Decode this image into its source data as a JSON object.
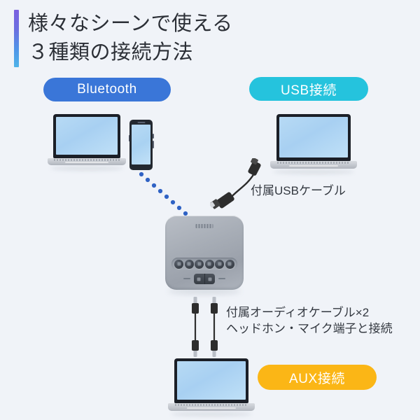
{
  "page": {
    "background_color": "#f0f3f8",
    "accent_gradient_from": "#7b5fe0",
    "accent_gradient_to": "#4fb3e8"
  },
  "title": {
    "line1": "様々なシーンで使える",
    "line2": "３種類の接続方法"
  },
  "badges": {
    "bluetooth": {
      "label": "Bluetooth",
      "color": "#3a76d8"
    },
    "usb": {
      "label": "USB接続",
      "color": "#25c3dd"
    },
    "aux": {
      "label": "AUX接続",
      "color": "#fbb616"
    }
  },
  "captions": {
    "usb_cable": "付属USBケーブル",
    "audio_cable_line1": "付属オーディオケーブル×2",
    "audio_cable_line2": "ヘッドホン・マイク端子と接続"
  },
  "devices": {
    "laptop_bluetooth": "laptop",
    "smartphone": "smartphone",
    "laptop_usb": "laptop",
    "laptop_aux": "laptop",
    "speakerphone": "speakerphone",
    "speakerphone_button_count": 6
  },
  "connections": {
    "bluetooth_link": "dotted-wireless-link",
    "usb_link": "usb-cable",
    "aux_link": "audio-cable-pair"
  }
}
